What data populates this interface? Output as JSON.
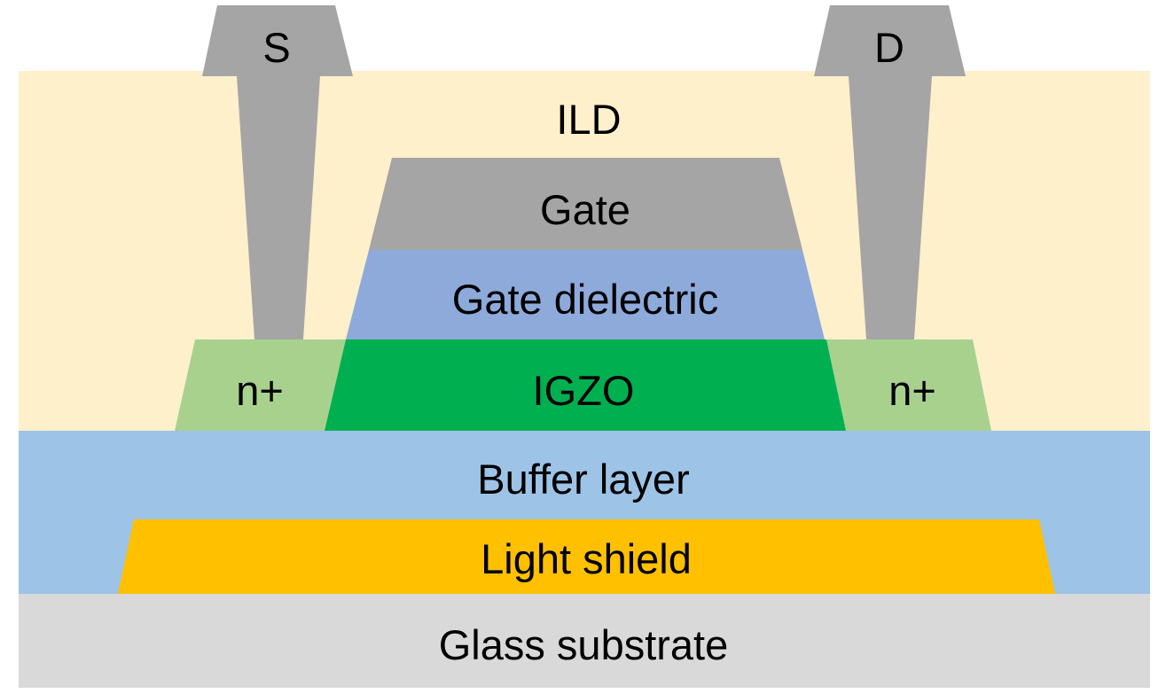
{
  "diagram": {
    "layers": {
      "ild": {
        "label": "ILD",
        "color": "#FFF0CC"
      },
      "gate": {
        "label": "Gate",
        "color": "#A5A5A5"
      },
      "gate_dielectric": {
        "label": "Gate dielectric",
        "color": "#8EAADB"
      },
      "igzo": {
        "label": "IGZO",
        "color": "#00B050"
      },
      "n_plus_left": {
        "label": "n+",
        "color": "#A9D18E"
      },
      "n_plus_right": {
        "label": "n+",
        "color": "#A9D18E"
      },
      "buffer_layer": {
        "label": "Buffer layer",
        "color": "#9DC3E6"
      },
      "light_shield": {
        "label": "Light shield",
        "color": "#FFC000"
      },
      "glass_substrate": {
        "label": "Glass substrate",
        "color": "#D9D9D9"
      }
    },
    "contacts": {
      "source": {
        "label": "S",
        "color": "#A5A5A5"
      },
      "drain": {
        "label": "D",
        "color": "#A5A5A5"
      }
    }
  }
}
